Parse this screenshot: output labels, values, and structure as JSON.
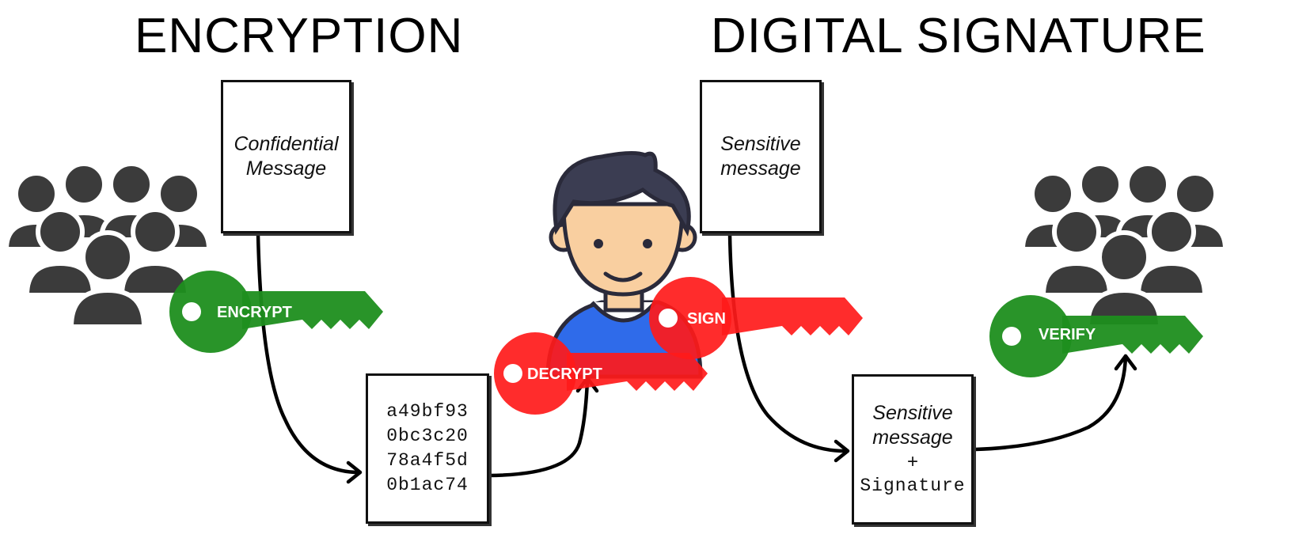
{
  "titles": {
    "encryption": "ENCRYPTION",
    "digital_signature": "DIGITAL SIGNATURE"
  },
  "documents": {
    "confidential": {
      "line1": "Confidential",
      "line2": "Message"
    },
    "ciphertext": {
      "lines": [
        "a49bf93",
        "0bc3c20",
        "78a4f5d",
        "0b1ac74"
      ]
    },
    "sensitive": {
      "line1": "Sensitive",
      "line2": "message"
    },
    "signed": {
      "line1": "Sensitive",
      "line2": "message",
      "plus": "+",
      "line3": "Signature"
    }
  },
  "keys": {
    "encrypt": "ENCRYPT",
    "decrypt": "DECRYPT",
    "sign": "SIGN",
    "verify": "VERIFY"
  },
  "colors": {
    "public_key": "#1e8e1e",
    "private_key": "#ff1a1a",
    "people": "#3b3b3b",
    "person_hair": "#3b3d52",
    "person_skin": "#f9cfa0",
    "person_shirt": "#2f6bea"
  },
  "icons": {
    "left_group": "people-group-icon",
    "right_group": "people-group-icon",
    "person": "person-icon"
  }
}
